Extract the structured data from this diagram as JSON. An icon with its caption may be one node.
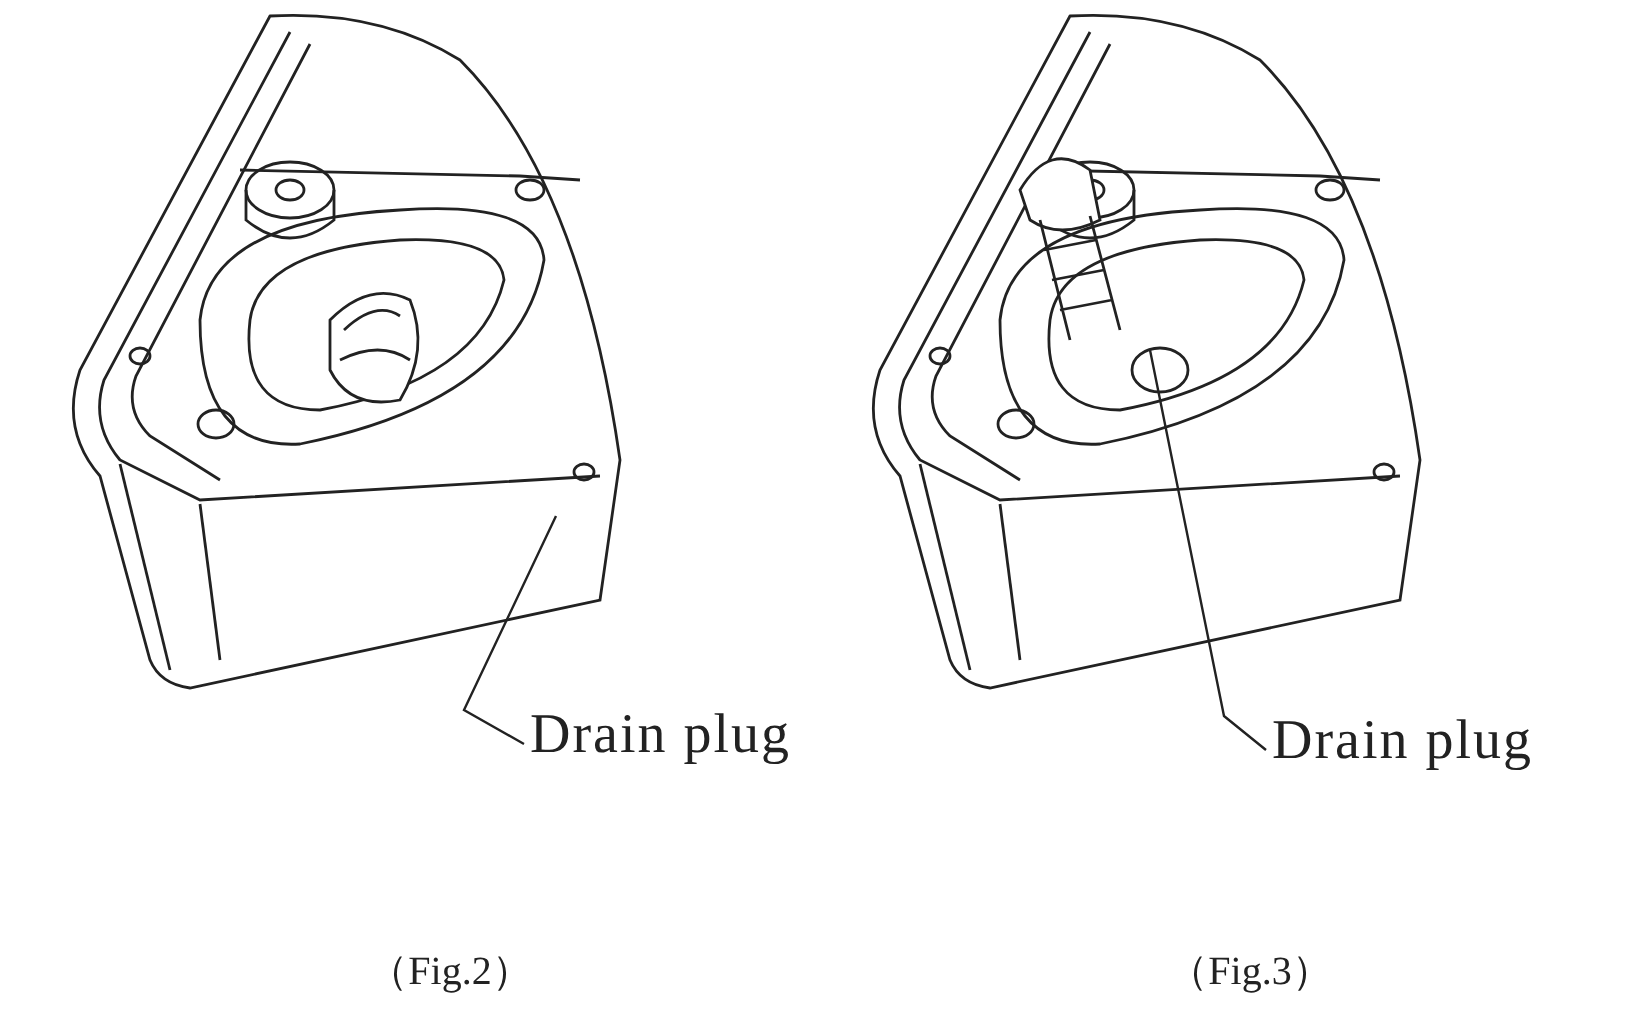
{
  "diagram": {
    "nodes": [
      {
        "text": [
          "Drain plug"
        ]
      },
      {
        "text": [
          "Drain plug"
        ]
      }
    ],
    "edges": [
      {
        "from": 0,
        "to": null,
        "arrow": "none"
      },
      {
        "from": 1,
        "to": null,
        "arrow": "none"
      }
    ],
    "labels": [
      "（Fig.2）",
      "（Fig.3）"
    ]
  }
}
